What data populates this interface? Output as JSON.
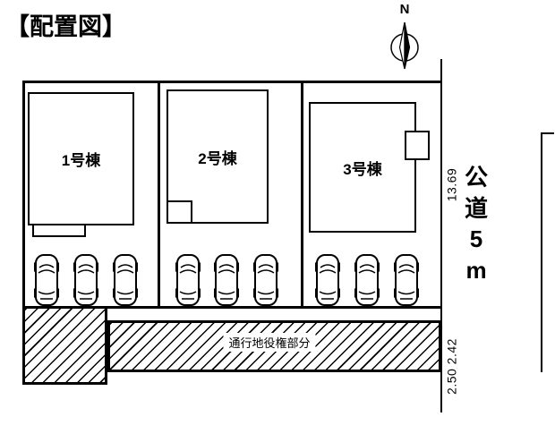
{
  "title": "【配置図】",
  "compass": {
    "label": "N"
  },
  "plot": {
    "buildings": [
      {
        "label": "1号棟"
      },
      {
        "label": "2号棟"
      },
      {
        "label": "3号棟"
      }
    ],
    "parking": {
      "lots": 3,
      "cars_per_lot": 3,
      "total_cars": 9
    },
    "easement_label": "通行地役権部分"
  },
  "road": {
    "label": "公道5m",
    "label_chars": [
      "公",
      "道",
      "5",
      "m"
    ]
  },
  "dimensions": {
    "frontage": "13.69",
    "lower": "2.50 2.42"
  },
  "colors": {
    "ink": "#000000",
    "background": "#ffffff"
  }
}
